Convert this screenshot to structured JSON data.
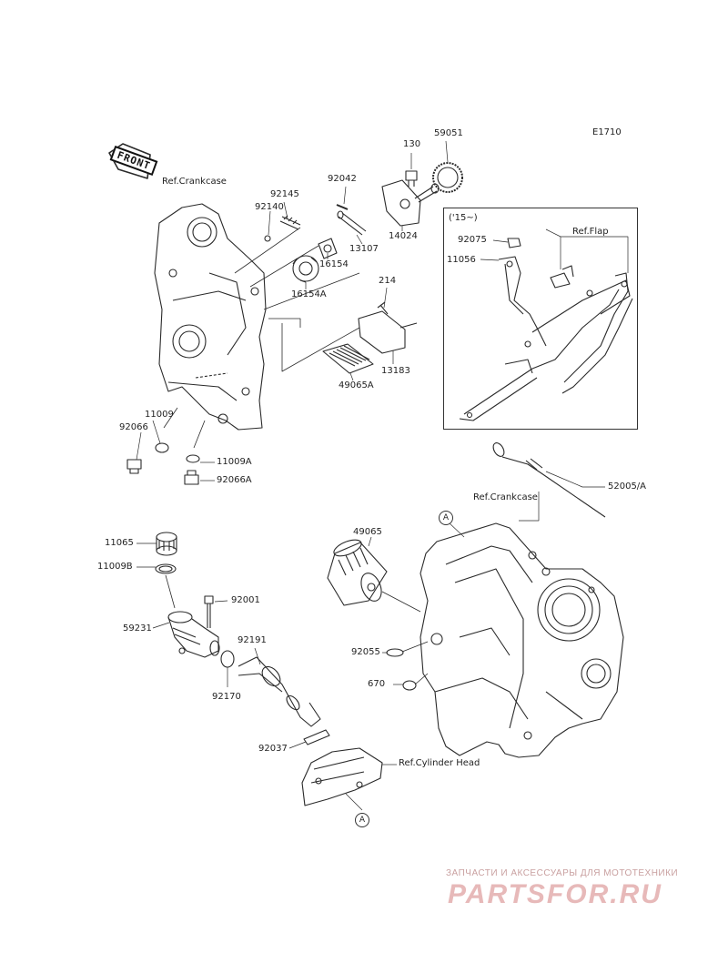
{
  "diagram": {
    "code": "E1710",
    "front_label": "FRONT",
    "ref_crankcase_top": "Ref.Crankcase",
    "ref_crankcase_bottom": "Ref.Crankcase",
    "ref_flap": "Ref.Flap",
    "ref_cylinder_head": "Ref.Cylinder Head",
    "inset_period": "('15~)",
    "marker_a1": "A",
    "marker_a2": "A"
  },
  "parts": {
    "p130": "130",
    "p59051": "59051",
    "p92042": "92042",
    "p92145": "92145",
    "p92140": "92140",
    "p14024": "14024",
    "p13107": "13107",
    "p16154": "16154",
    "p16154a": "16154A",
    "p214": "214",
    "p13183": "13183",
    "p49065a": "49065A",
    "p11009": "11009",
    "p92066": "92066",
    "p11009a": "11009A",
    "p92066a": "92066A",
    "p92075": "92075",
    "p11056": "11056",
    "p52005a": "52005/A",
    "p49065": "49065",
    "p92055": "92055",
    "p670": "670",
    "p11065": "11065",
    "p11009b": "11009B",
    "p92001": "92001",
    "p59231": "59231",
    "p92191": "92191",
    "p92170": "92170",
    "p92037": "92037"
  },
  "watermark": {
    "line1": "ЗАПЧАСТИ И АКСЕССУАРЫ ДЛЯ МОТОТЕХНИКИ",
    "line2": "PARTSFOR.RU"
  }
}
